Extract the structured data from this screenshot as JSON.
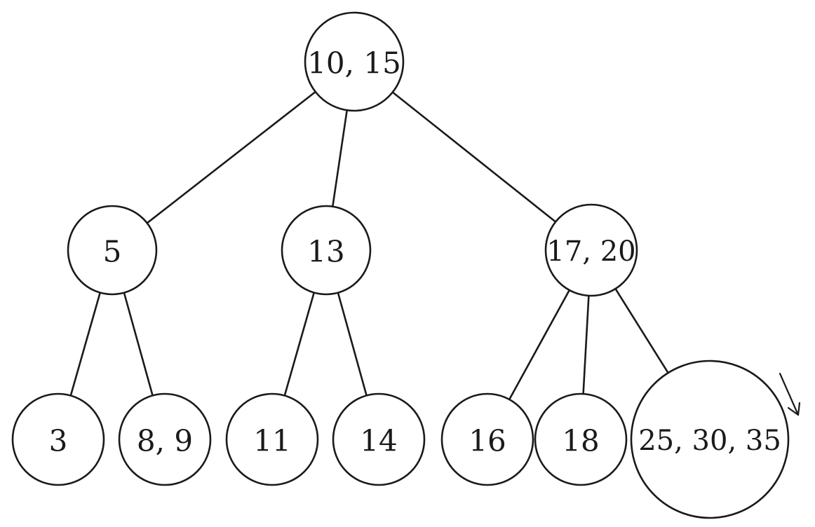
{
  "tree": {
    "nodes": [
      {
        "id": "n-root",
        "label": "10, 15"
      },
      {
        "id": "n-5",
        "label": "5"
      },
      {
        "id": "n-13",
        "label": "13"
      },
      {
        "id": "n-17-20",
        "label": "17, 20"
      },
      {
        "id": "n-3",
        "label": "3"
      },
      {
        "id": "n-8-9",
        "label": "8, 9"
      },
      {
        "id": "n-11",
        "label": "11"
      },
      {
        "id": "n-14",
        "label": "14"
      },
      {
        "id": "n-16",
        "label": "16"
      },
      {
        "id": "n-18",
        "label": "18"
      },
      {
        "id": "n-25-30-35",
        "label": "25, 30, 35"
      }
    ],
    "edges": [
      [
        "n-root",
        "n-5"
      ],
      [
        "n-root",
        "n-13"
      ],
      [
        "n-root",
        "n-17-20"
      ],
      [
        "n-5",
        "n-3"
      ],
      [
        "n-5",
        "n-8-9"
      ],
      [
        "n-13",
        "n-11"
      ],
      [
        "n-13",
        "n-14"
      ],
      [
        "n-17-20",
        "n-16"
      ],
      [
        "n-17-20",
        "n-18"
      ],
      [
        "n-17-20",
        "n-25-30-35"
      ]
    ]
  }
}
